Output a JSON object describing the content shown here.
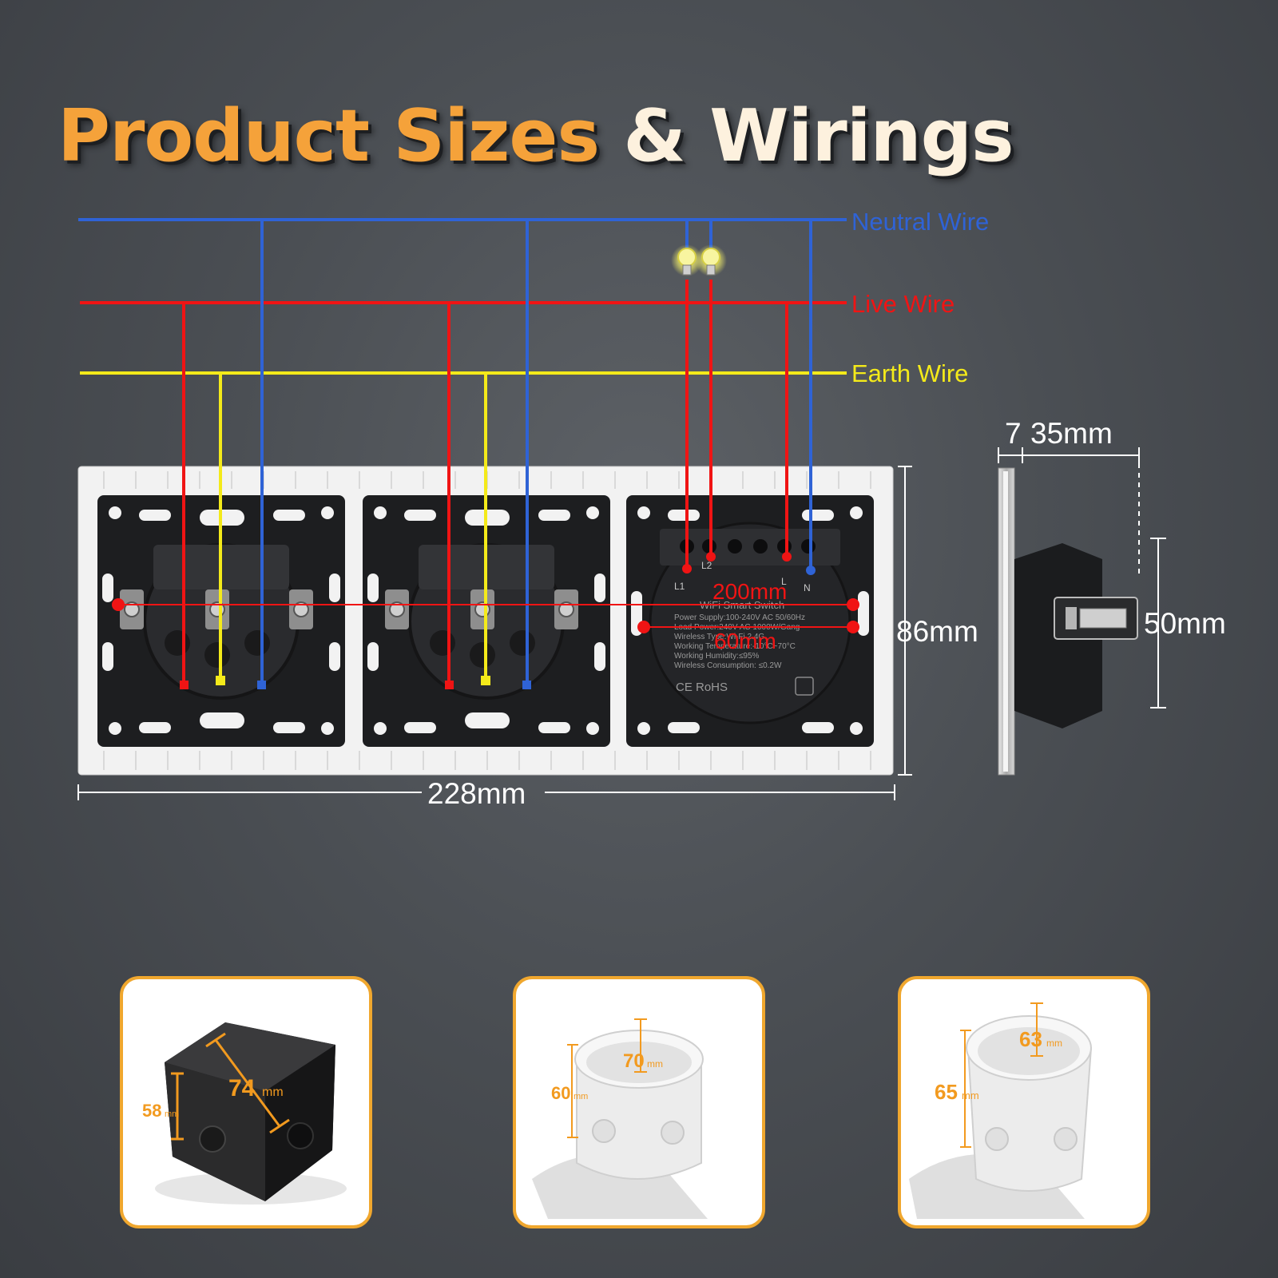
{
  "title": {
    "part1": "Product Sizes ",
    "part2": "& Wirings"
  },
  "wires": {
    "neutral": {
      "label": "Neutral Wire",
      "color": "#2f63d6"
    },
    "live": {
      "label": "Live Wire",
      "color": "#f01414"
    },
    "earth": {
      "label": "Earth Wire",
      "color": "#f4ea1a"
    }
  },
  "dimensions": {
    "width": "228mm",
    "height": "86mm",
    "hole_spacing": "200mm",
    "hole_spacing_inner": "60mm",
    "panel_thickness": "7",
    "body_depth": "35mm",
    "body_height": "50mm"
  },
  "switch_module": {
    "terminals": [
      "L1",
      "L2",
      "L",
      "N"
    ],
    "label": "WiFi Smart Switch",
    "specs": [
      "Power Supply:100-240V AC 50/60Hz",
      "Load Power:240V AC 1000W/Gang",
      "Wireless Type:Wi-Fi 2.4G",
      "Working Temperature:-10°C~70°C",
      "Working Humidity:≤95%",
      "Wireless Consumption: ≤0.2W"
    ],
    "marks": "CE RoHS"
  },
  "mounting_boxes": [
    {
      "name": "square-box",
      "dim_a": "74",
      "unit_a": "mm",
      "dim_b": "58",
      "unit_b": "mm"
    },
    {
      "name": "round-box-60",
      "dim_a": "70",
      "unit_a": "mm",
      "dim_b": "60",
      "unit_b": "mm"
    },
    {
      "name": "round-box-65",
      "dim_a": "63",
      "unit_a": "mm",
      "dim_b": "65",
      "unit_b": "mm"
    }
  ]
}
